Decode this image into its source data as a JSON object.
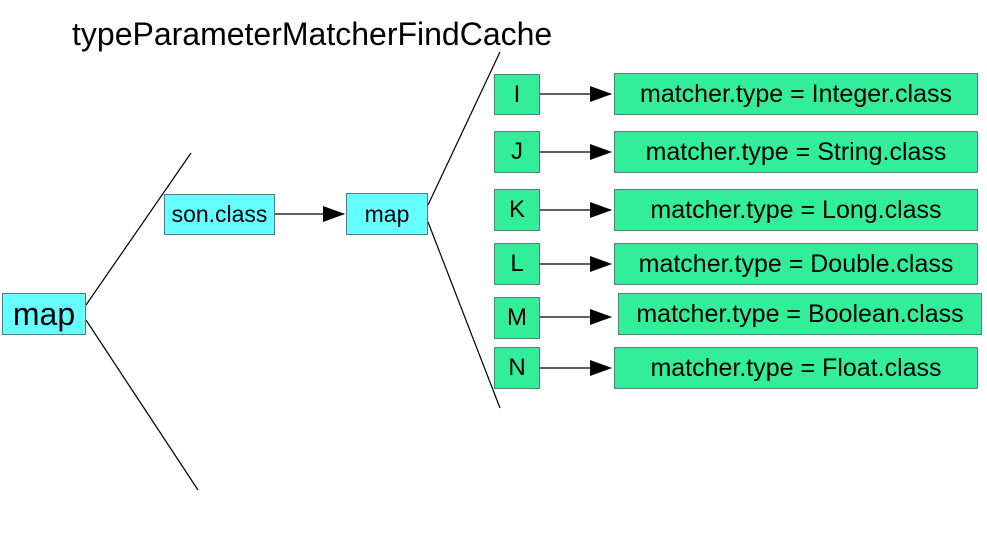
{
  "title": "typeParameterMatcherFindCache",
  "colors": {
    "cyan_box": "#66ffff",
    "green_box": "#33ee99",
    "line": "#000000"
  },
  "nodes": {
    "root_map": "map",
    "son_class": "son.class",
    "inner_map": "map"
  },
  "entries": [
    {
      "key": "I",
      "value": "matcher.type = Integer.class"
    },
    {
      "key": "J",
      "value": "matcher.type = String.class"
    },
    {
      "key": "K",
      "value": "matcher.type = Long.class"
    },
    {
      "key": "L",
      "value": "matcher.type = Double.class"
    },
    {
      "key": "M",
      "value": "matcher.type = Boolean.class"
    },
    {
      "key": "N",
      "value": "matcher.type = Float.class"
    }
  ]
}
